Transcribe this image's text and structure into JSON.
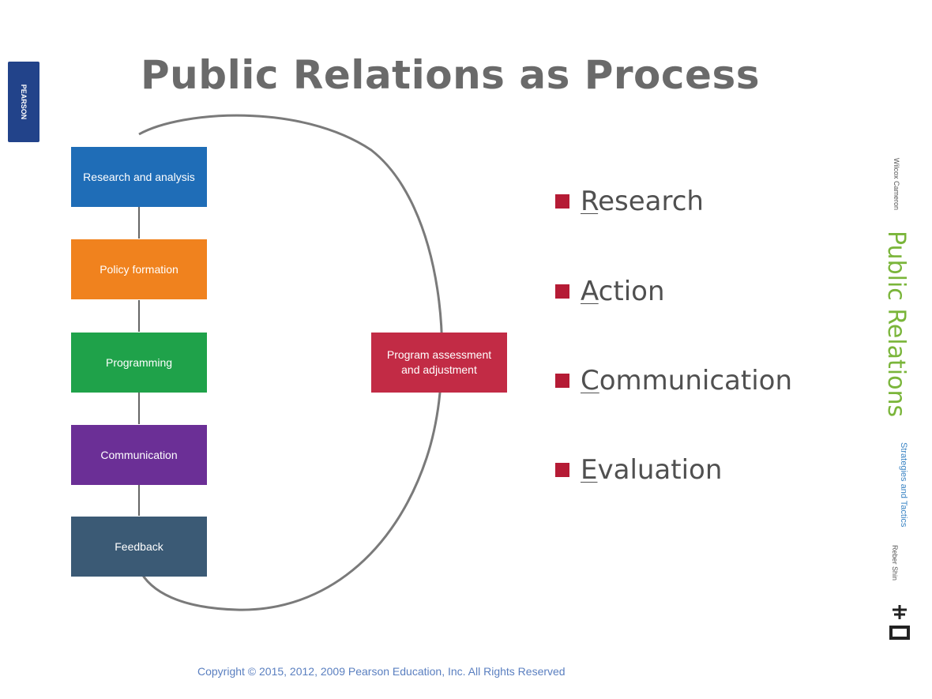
{
  "slide": {
    "title": "Public Relations as Process",
    "copyright": "Copyright © 2015, 2012, 2009 Pearson Education, Inc. All Rights Reserved"
  },
  "diagram": {
    "steps": [
      {
        "label": "Research and analysis",
        "color": "#1f6db7"
      },
      {
        "label": "Policy formation",
        "color": "#f0821e"
      },
      {
        "label": "Programming",
        "color": "#1fa24a"
      },
      {
        "label": "Communication",
        "color": "#6b2f96"
      },
      {
        "label": "Feedback",
        "color": "#3b5a75"
      }
    ],
    "loop_box": {
      "label": "Program assessment and adjustment",
      "color": "#c22b45"
    }
  },
  "bullets": [
    {
      "first": "R",
      "rest": "esearch"
    },
    {
      "first": "A",
      "rest": "ction"
    },
    {
      "first": "C",
      "rest": "ommunication"
    },
    {
      "first": "E",
      "rest": "valuation"
    }
  ],
  "sidebar": {
    "logo": "PEARSON",
    "book_title": "Public Relations",
    "subtitle": "Strategies and Tactics",
    "edition_small": "Wilcox Cameron",
    "authors_small": "Reber Shin"
  },
  "colors": {
    "bullet": "#b51b35",
    "title": "#6a6a6a",
    "sidebar_green": "#7ab53a",
    "sidebar_blue": "#22438a"
  }
}
